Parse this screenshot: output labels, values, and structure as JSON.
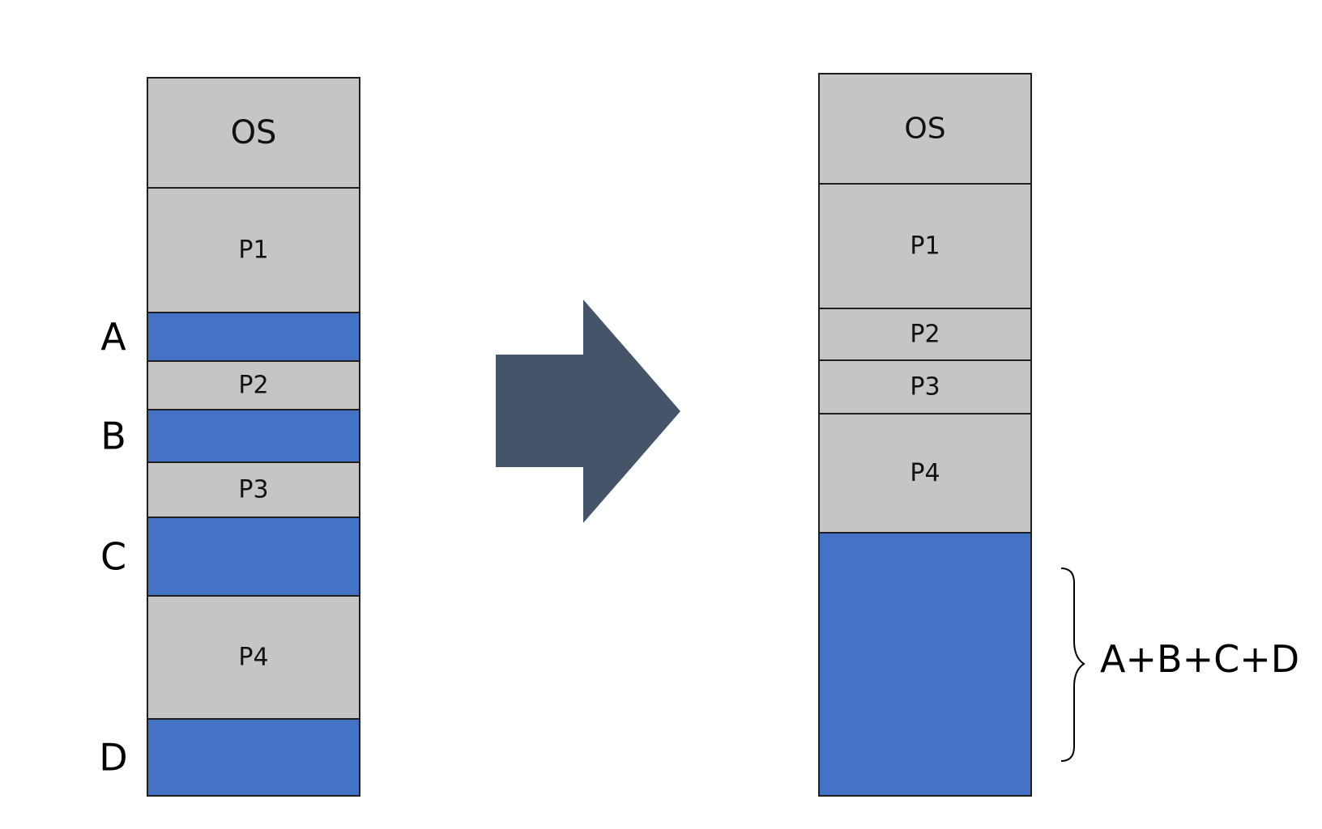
{
  "colors": {
    "process": "#c5c5c5",
    "free": "#4472c4",
    "border": "#1f1f1f",
    "arrow": "#46546a",
    "text": "#111111"
  },
  "left_memory": {
    "segments": [
      {
        "label": "OS",
        "kind": "process"
      },
      {
        "label": "P1",
        "kind": "process"
      },
      {
        "label": "",
        "kind": "free",
        "side_label": "A"
      },
      {
        "label": "P2",
        "kind": "process"
      },
      {
        "label": "",
        "kind": "free",
        "side_label": "B"
      },
      {
        "label": "P3",
        "kind": "process"
      },
      {
        "label": "",
        "kind": "free",
        "side_label": "C"
      },
      {
        "label": "P4",
        "kind": "process"
      },
      {
        "label": "",
        "kind": "free",
        "side_label": "D"
      }
    ]
  },
  "arrow": {
    "icon": "right-arrow-icon"
  },
  "right_memory": {
    "segments": [
      {
        "label": "OS",
        "kind": "process"
      },
      {
        "label": "P1",
        "kind": "process"
      },
      {
        "label": "P2",
        "kind": "process"
      },
      {
        "label": "P3",
        "kind": "process"
      },
      {
        "label": "P4",
        "kind": "process"
      },
      {
        "label": "",
        "kind": "free"
      }
    ],
    "brace_label": "A+B+C+D"
  }
}
